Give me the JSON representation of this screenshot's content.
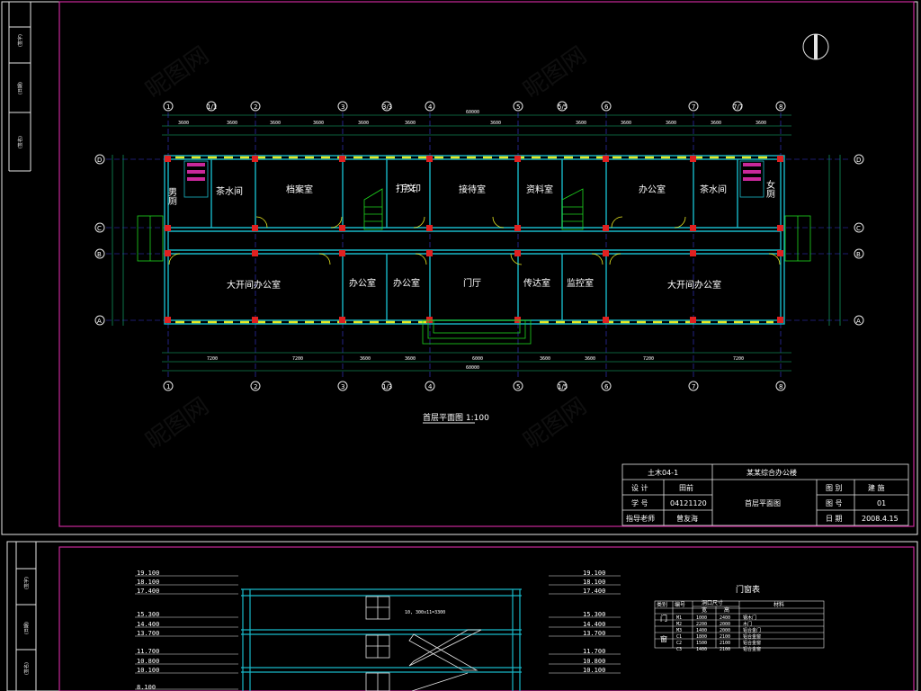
{
  "colors": {
    "border": "#c8289a",
    "wall": "#18b8c8",
    "dim": "#17c27a",
    "window": "#e9e921",
    "column": "#e02020",
    "axis": "#3a3ad9",
    "stair": "#1ed61e",
    "grid": "#e6e6e6"
  },
  "plan": {
    "title": "首层平面图 1:100",
    "overall_dim": "60000",
    "axes_top": [
      "1",
      "1/1",
      "2",
      "3",
      "3/3",
      "4",
      "5",
      "5/5",
      "6",
      "7",
      "7/7",
      "8"
    ],
    "axes_bottom": [
      "1",
      "2",
      "3",
      "1/3",
      "4",
      "5",
      "1/5",
      "6",
      "7",
      "8"
    ],
    "axes_side": [
      "D",
      "C",
      "B",
      "A"
    ],
    "rooms": {
      "male_wc": "男厕",
      "tea_1": "茶水间",
      "archive": "档案室",
      "print": "打字文印",
      "reception": "接待室",
      "data": "资料室",
      "office_top": "办公室",
      "tea_2": "茶水间",
      "female_wc": "女厕",
      "open_office_1": "大开间办公室",
      "office_1": "办公室",
      "office_2": "办公室",
      "lobby": "门厅",
      "guard": "传达室",
      "monitor": "监控室",
      "open_office_2": "大开间办公室"
    },
    "top_dims": [
      "3600",
      "3600",
      "3600",
      "3600",
      "3600",
      "3600",
      "3600",
      "3600",
      "3600",
      "3600"
    ],
    "bottom_dims": [
      "7200",
      "7200",
      "3600",
      "3600",
      "3600",
      "3600",
      "7200",
      "7200"
    ]
  },
  "title_block": {
    "course": "土木04-1",
    "project": "某某综合办公楼",
    "designer_label": "设 计",
    "designer": "田前",
    "student_no_label": "学 号",
    "student_no": "04121120",
    "advisor_label": "指导老师",
    "advisor": "曾友海",
    "drawing_name": "首层平面图",
    "type_label": "图 别",
    "type": "建 施",
    "sheet_label": "图 号",
    "sheet": "01",
    "date_label": "日 期",
    "date": "2008.4.15"
  },
  "left_strip": [
    "(签字)",
    "(日期)",
    "(签名)"
  ],
  "section": {
    "levels_left": [
      "19.100",
      "18.100",
      "17.400",
      "15.300",
      "14.400",
      "13.700",
      "11.700",
      "10.800",
      "10.100",
      "8.100"
    ],
    "levels_right": [
      "19.100",
      "18.100",
      "17.400",
      "15.300",
      "14.400",
      "13.700",
      "11.700",
      "10.800",
      "10.100"
    ],
    "stair_note": "10, 300x11=3300"
  },
  "door_table": {
    "title": "门窗表",
    "headers": [
      "类别",
      "编号",
      "洞口尺寸",
      "",
      "材料"
    ],
    "subheaders": [
      "",
      "",
      "宽",
      "高",
      ""
    ],
    "groups": [
      "门",
      "窗"
    ],
    "rows": [
      [
        "M1",
        "1000",
        "2400",
        "钢木门"
      ],
      [
        "M2",
        "2200",
        "2000",
        "木门"
      ],
      [
        "M3",
        "1400",
        "2000",
        "铝合金门"
      ],
      [
        "C1",
        "1800",
        "2100",
        "铝合金窗"
      ],
      [
        "C2",
        "1500",
        "2100",
        "铝合金窗"
      ],
      [
        "C3",
        "1400",
        "2100",
        "铝合金窗"
      ]
    ]
  }
}
